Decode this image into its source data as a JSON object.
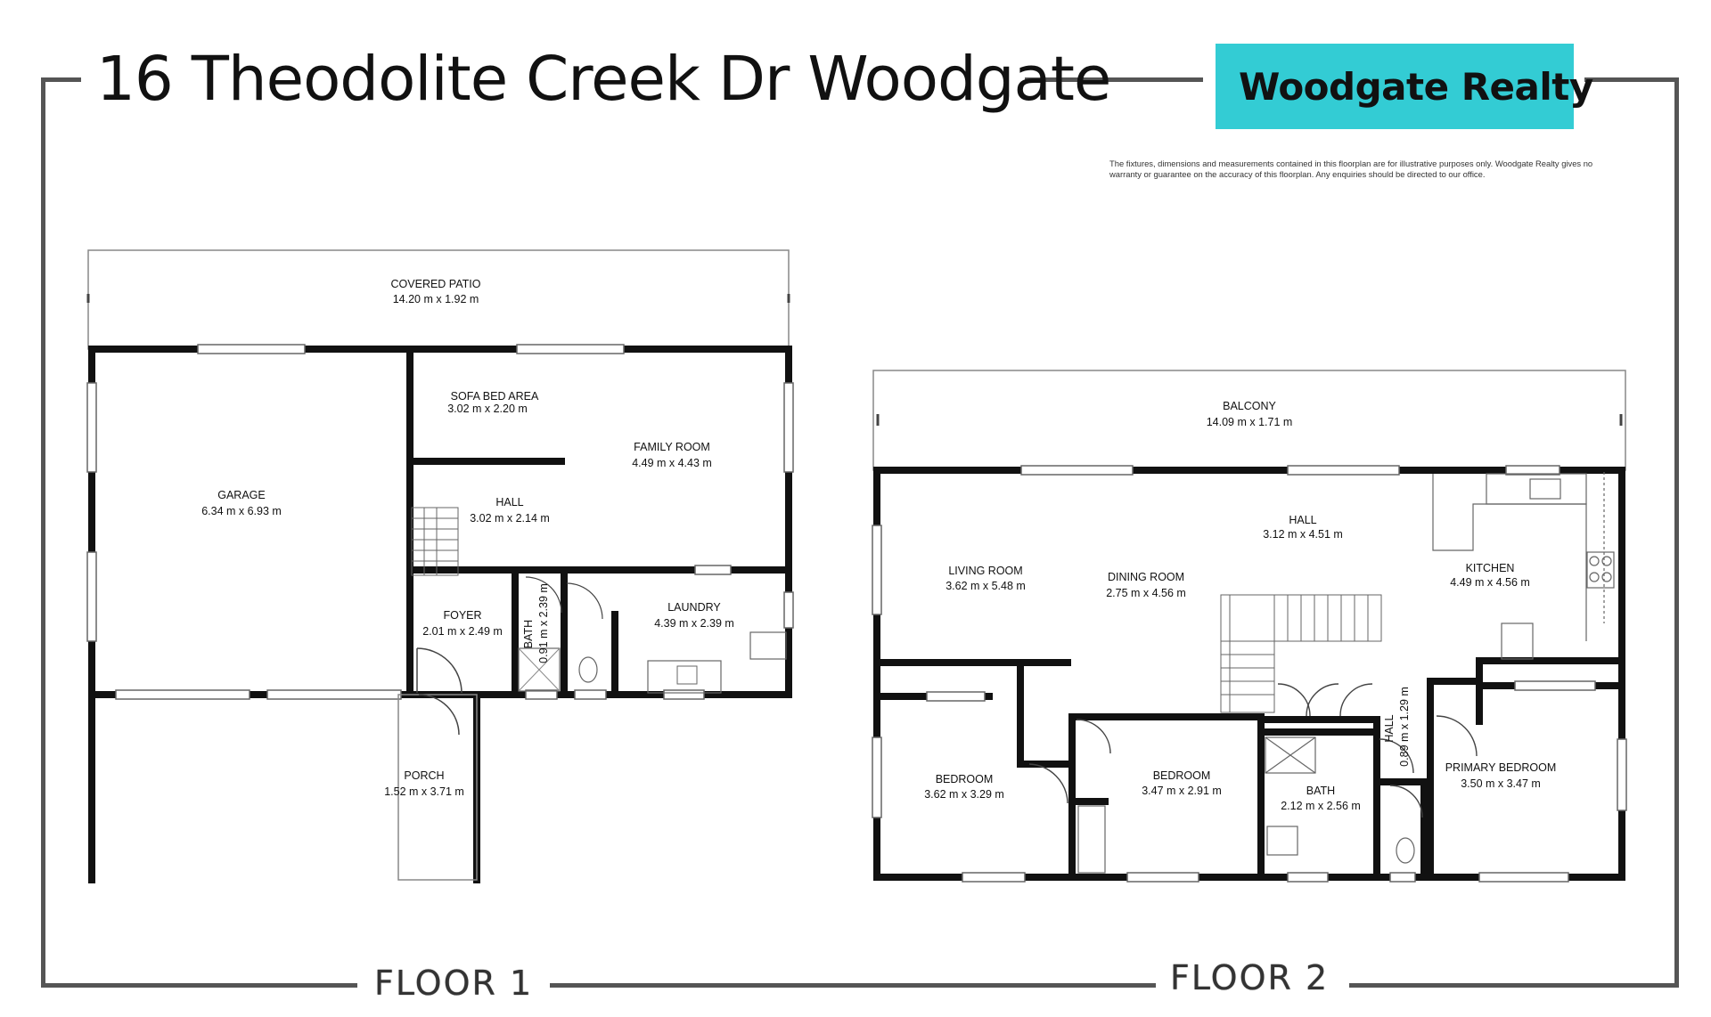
{
  "header": {
    "title": "16 Theodolite Creek Dr Woodgate",
    "brand": "Woodgate Realty",
    "brand_color": "#33CCD4",
    "disclaimer": "The fixtures, dimensions and measurements contained in this floorplan are for illustrative purposes only. Woodgate Realty gives no warranty or guarantee on the accuracy of this floorplan. Any enquiries should be directed to our office."
  },
  "floors": {
    "floor1_label": "FLOOR 1",
    "floor2_label": "FLOOR 2"
  },
  "rooms": {
    "f1": {
      "patio": {
        "name": "COVERED PATIO",
        "dim": "14.20 m x 1.92 m"
      },
      "garage": {
        "name": "GARAGE",
        "dim": "6.34 m x 6.93 m"
      },
      "sofa": {
        "name": "SOFA BED AREA",
        "dim": "3.02 m x 2.20 m"
      },
      "family": {
        "name": "FAMILY ROOM",
        "dim": "4.49 m x 4.43 m"
      },
      "hall": {
        "name": "HALL",
        "dim": "3.02 m x 2.14 m"
      },
      "foyer": {
        "name": "FOYER",
        "dim": "2.01 m x 2.49 m"
      },
      "bath": {
        "name": "BATH",
        "dim": "0.91 m x 2.39 m"
      },
      "laundry": {
        "name": "LAUNDRY",
        "dim": "4.39 m x 2.39 m"
      },
      "porch": {
        "name": "PORCH",
        "dim": "1.52 m x 3.71 m"
      }
    },
    "f2": {
      "balcony": {
        "name": "BALCONY",
        "dim": "14.09 m x 1.71 m"
      },
      "hall": {
        "name": "HALL",
        "dim": "3.12 m x 4.51 m"
      },
      "living": {
        "name": "LIVING ROOM",
        "dim": "3.62 m x 5.48 m"
      },
      "dining": {
        "name": "DINING ROOM",
        "dim": "2.75 m x 4.56 m"
      },
      "kitchen": {
        "name": "KITCHEN",
        "dim": "4.49 m x 4.56 m"
      },
      "bed1": {
        "name": "BEDROOM",
        "dim": "3.62 m x 3.29 m"
      },
      "bed2": {
        "name": "BEDROOM",
        "dim": "3.47 m x 2.91 m"
      },
      "bath": {
        "name": "BATH",
        "dim": "2.12 m x 2.56 m"
      },
      "hall2": {
        "name": "HALL",
        "dim": "0.89 m x 1.29 m"
      },
      "primary": {
        "name": "PRIMARY BEDROOM",
        "dim": "3.50 m x 3.47 m"
      }
    }
  }
}
